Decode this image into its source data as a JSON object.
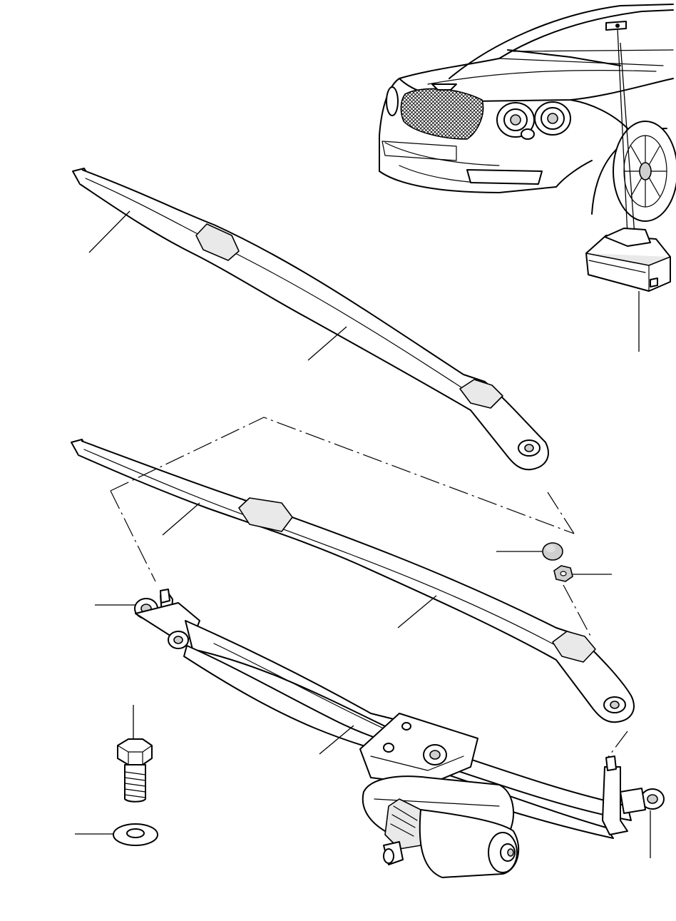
{
  "diagram": {
    "parts": [
      {
        "id": "car-view"
      },
      {
        "id": "rain-sensor"
      },
      {
        "id": "wiper-arm-upper"
      },
      {
        "id": "wiper-arm-lower"
      },
      {
        "id": "spindle-cap"
      },
      {
        "id": "spindle-nut"
      },
      {
        "id": "wiper-linkage"
      },
      {
        "id": "wiper-motor"
      },
      {
        "id": "hex-bolt"
      },
      {
        "id": "washer"
      }
    ],
    "callouts": []
  }
}
